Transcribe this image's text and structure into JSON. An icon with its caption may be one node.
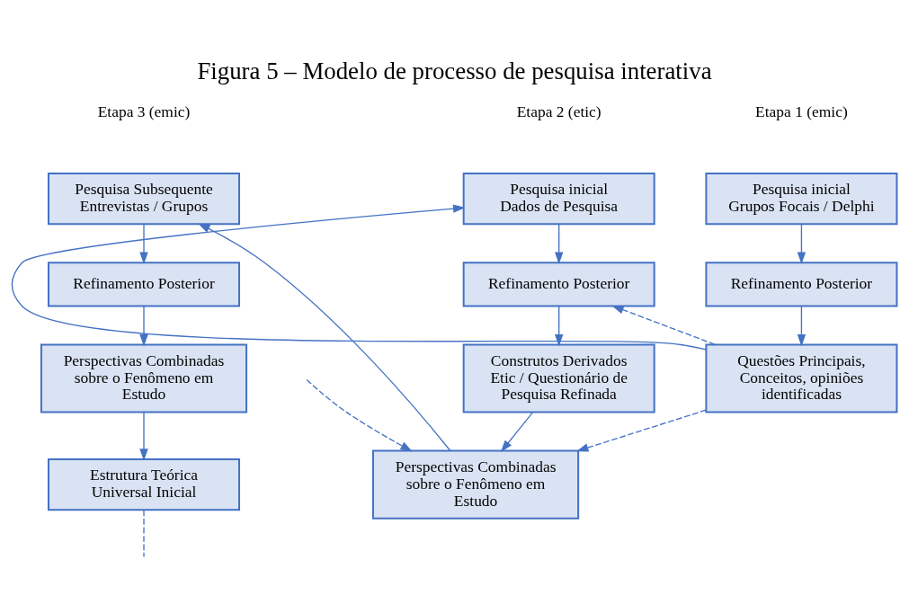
{
  "diagram": {
    "title": "Figura 5 – Modelo de processo de pesquisa interativa",
    "nodes": [
      {
        "text": [
          "Pesquisa inicial",
          "Grupos Focais / Delphi"
        ]
      },
      {
        "text": [
          "Refinamento Posterior"
        ]
      },
      {
        "text": [
          "Questões Principais, Conceitos, opiniões identificadas"
        ]
      },
      {
        "text": [
          "Pesquisa inicial",
          "Dados de Pesquisa"
        ]
      },
      {
        "text": [
          "Refinamento Posterior"
        ]
      },
      {
        "text": [
          "Construtos Derivados Etic / Questionário de Pesquisa Refinada"
        ]
      },
      {
        "text": [
          "Perspectivas Combinadas sobre o Fenômeno em Estudo"
        ]
      },
      {
        "text": [
          "Pesquisa Subsequente",
          "Entrevistas / Grupos"
        ]
      },
      {
        "text": [
          "Refinamento Posterior"
        ]
      },
      {
        "text": [
          "Perspectivas Combinadas sobre o Fenômeno em Estudo"
        ]
      },
      {
        "text": [
          "Estrutura Teórica Universal Inicial"
        ]
      }
    ],
    "edges": [
      {
        "from": 0,
        "to": 1,
        "arrow": "to"
      },
      {
        "from": 1,
        "to": 2,
        "arrow": "to"
      },
      {
        "from": 2,
        "to": 3,
        "arrow": "to"
      },
      {
        "from": 2,
        "to": 4,
        "arrow": "to",
        "style": "dashed"
      },
      {
        "from": 2,
        "to": 6,
        "arrow": "to",
        "style": "dashed"
      },
      {
        "from": 3,
        "to": 4,
        "arrow": "to"
      },
      {
        "from": 4,
        "to": 5,
        "arrow": "to"
      },
      {
        "from": 5,
        "to": 6,
        "arrow": "to"
      },
      {
        "from": 6,
        "to": 7,
        "arrow": "to"
      },
      {
        "from": 7,
        "to": 8,
        "arrow": "to"
      },
      {
        "from": 8,
        "to": 9,
        "arrow": "to"
      },
      {
        "from": 9,
        "to": 10,
        "arrow": "to"
      },
      {
        "from": null,
        "to": 6,
        "arrow": "to",
        "style": "dashed"
      },
      {
        "from": 10,
        "to": null,
        "arrow": "none",
        "style": "dashed"
      }
    ],
    "labels": [
      "Etapa 1 (emic)",
      "Etapa 2 (etic)",
      "Etapa 3 (emic)"
    ]
  }
}
